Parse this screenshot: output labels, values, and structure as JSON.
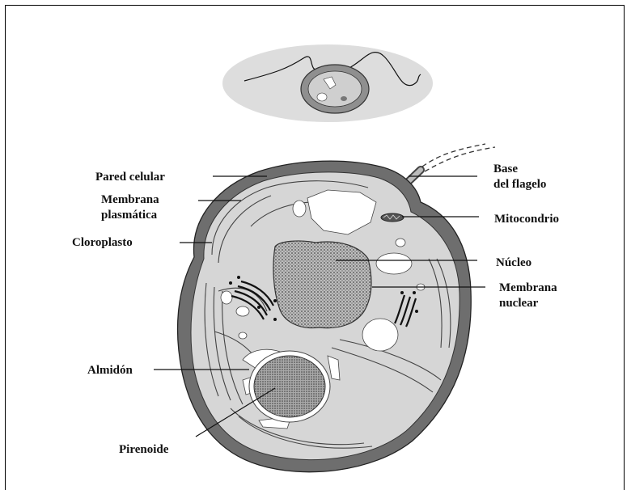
{
  "diagram": {
    "labels": {
      "pared_celular": "Pared celular",
      "membrana_plasmatica_1": "Membrana",
      "membrana_plasmatica_2": "plasmática",
      "cloroplasto": "Cloroplasto",
      "almidon": "Almidón",
      "pirenoide": "Pirenoide",
      "base_flagelo_1": "Base",
      "base_flagelo_2": "del flagelo",
      "mitocondrio": "Mitocondrio",
      "nucleo": "Núcleo",
      "membrana_nuclear_1": "Membrana",
      "membrana_nuclear_2": "nuclear"
    }
  }
}
